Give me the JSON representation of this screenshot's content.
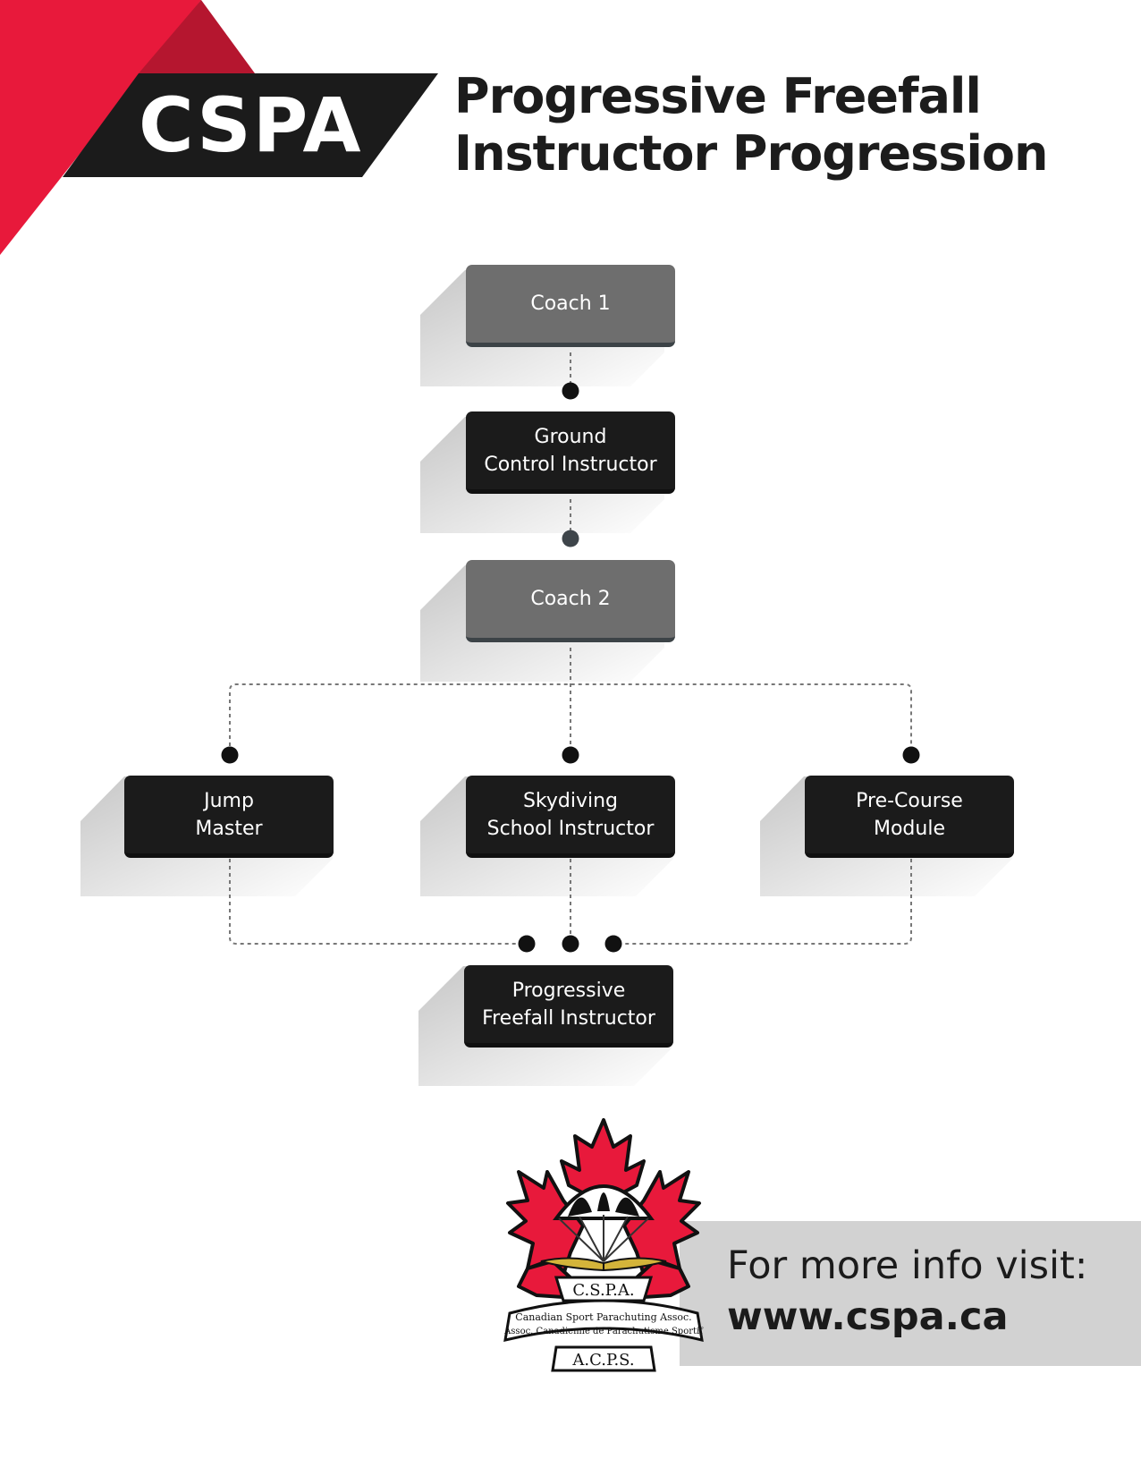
{
  "brand": {
    "text": "CSPA"
  },
  "title": {
    "line1": "Progressive Freefall",
    "line2": "Instructor Progression"
  },
  "nodes": {
    "coach1": "Coach 1",
    "ground_control": {
      "line1": "Ground",
      "line2": "Control Instructor"
    },
    "coach2": "Coach 2",
    "jump_master": {
      "line1": "Jump",
      "line2": "Master"
    },
    "skydiving_school": {
      "line1": "Skydiving",
      "line2": "School Instructor"
    },
    "pre_course": {
      "line1": "Pre-Course",
      "line2": "Module"
    },
    "pfi": {
      "line1": "Progressive",
      "line2": "Freefall Instructor"
    }
  },
  "footer": {
    "line1": "For more info visit:",
    "line2": "www.cspa.ca"
  },
  "logo": {
    "abbrev_en": "C.S.P.A.",
    "name_en": "Canadian Sport Parachuting Assoc.",
    "name_fr": "Assoc. Canadienne de Parachutisme Sportif",
    "abbrev_fr": "A.C.P.S."
  },
  "colors": {
    "accent_red": "#e8193b",
    "dark_red": "#b5162f",
    "node_dark": "#1b1b1b",
    "node_gray": "#6e6e6e",
    "footer_panel": "#d2d2d2"
  }
}
